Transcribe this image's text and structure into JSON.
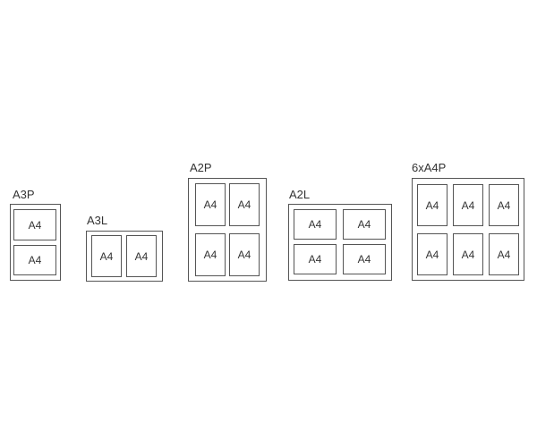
{
  "layouts": [
    {
      "id": "a3p",
      "title": "A3P",
      "sheets": [
        "A4",
        "A4"
      ]
    },
    {
      "id": "a3l",
      "title": "A3L",
      "sheets": [
        "A4",
        "A4"
      ]
    },
    {
      "id": "a2p",
      "title": "A2P",
      "sheets": [
        "A4",
        "A4",
        "A4",
        "A4"
      ]
    },
    {
      "id": "a2l",
      "title": "A2L",
      "sheets": [
        "A4",
        "A4",
        "A4",
        "A4"
      ]
    },
    {
      "id": "6xa4p",
      "title": "6xA4P",
      "sheets": [
        "A4",
        "A4",
        "A4",
        "A4",
        "A4",
        "A4"
      ]
    }
  ]
}
